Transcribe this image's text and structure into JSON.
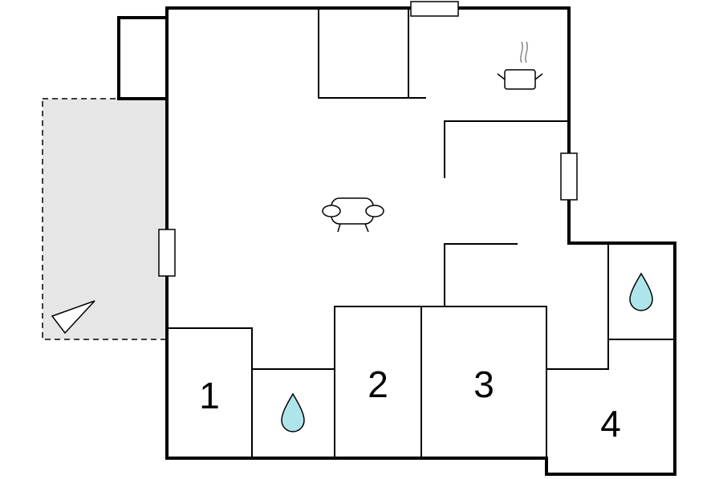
{
  "floorplan": {
    "colors": {
      "wall": "#000000",
      "terrace_fill": "#e6e6e6",
      "water_fill": "#aee5ea",
      "background": "#ffffff"
    },
    "terrace": {
      "icon": "sun-lounger-icon"
    },
    "living_area": {
      "icon": "sofa-icon"
    },
    "kitchen": {
      "icon": "cooking-pot-icon"
    },
    "rooms": [
      {
        "label": "1"
      },
      {
        "label": "2"
      },
      {
        "label": "3"
      },
      {
        "label": "4"
      }
    ],
    "bathrooms": [
      {
        "icon": "water-drop-icon"
      },
      {
        "icon": "water-drop-icon"
      }
    ],
    "windows": 3
  }
}
